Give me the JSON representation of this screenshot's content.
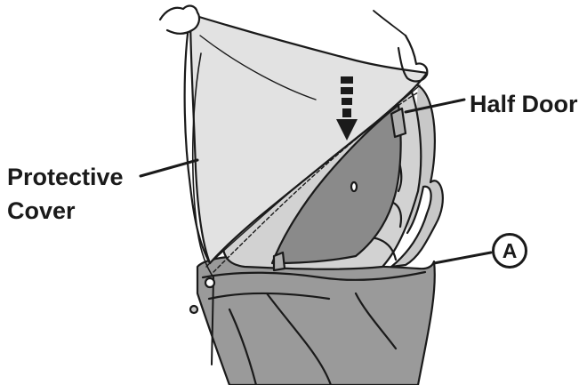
{
  "labels": {
    "protective_line1": "Protective",
    "protective_line2": "Cover",
    "half_door": "Half Door",
    "marker_a": "A"
  },
  "colors": {
    "outline": "#1a1a1a",
    "cover_fill": "#e2e2e2",
    "bag_fill": "#9a9a9a",
    "lining_fill": "#d2d2d2",
    "door_fill": "#8a8a8a",
    "background": "#ffffff"
  },
  "icons": [
    "down-arrow-icon",
    "zipper-pull-icon",
    "hand-icon"
  ]
}
